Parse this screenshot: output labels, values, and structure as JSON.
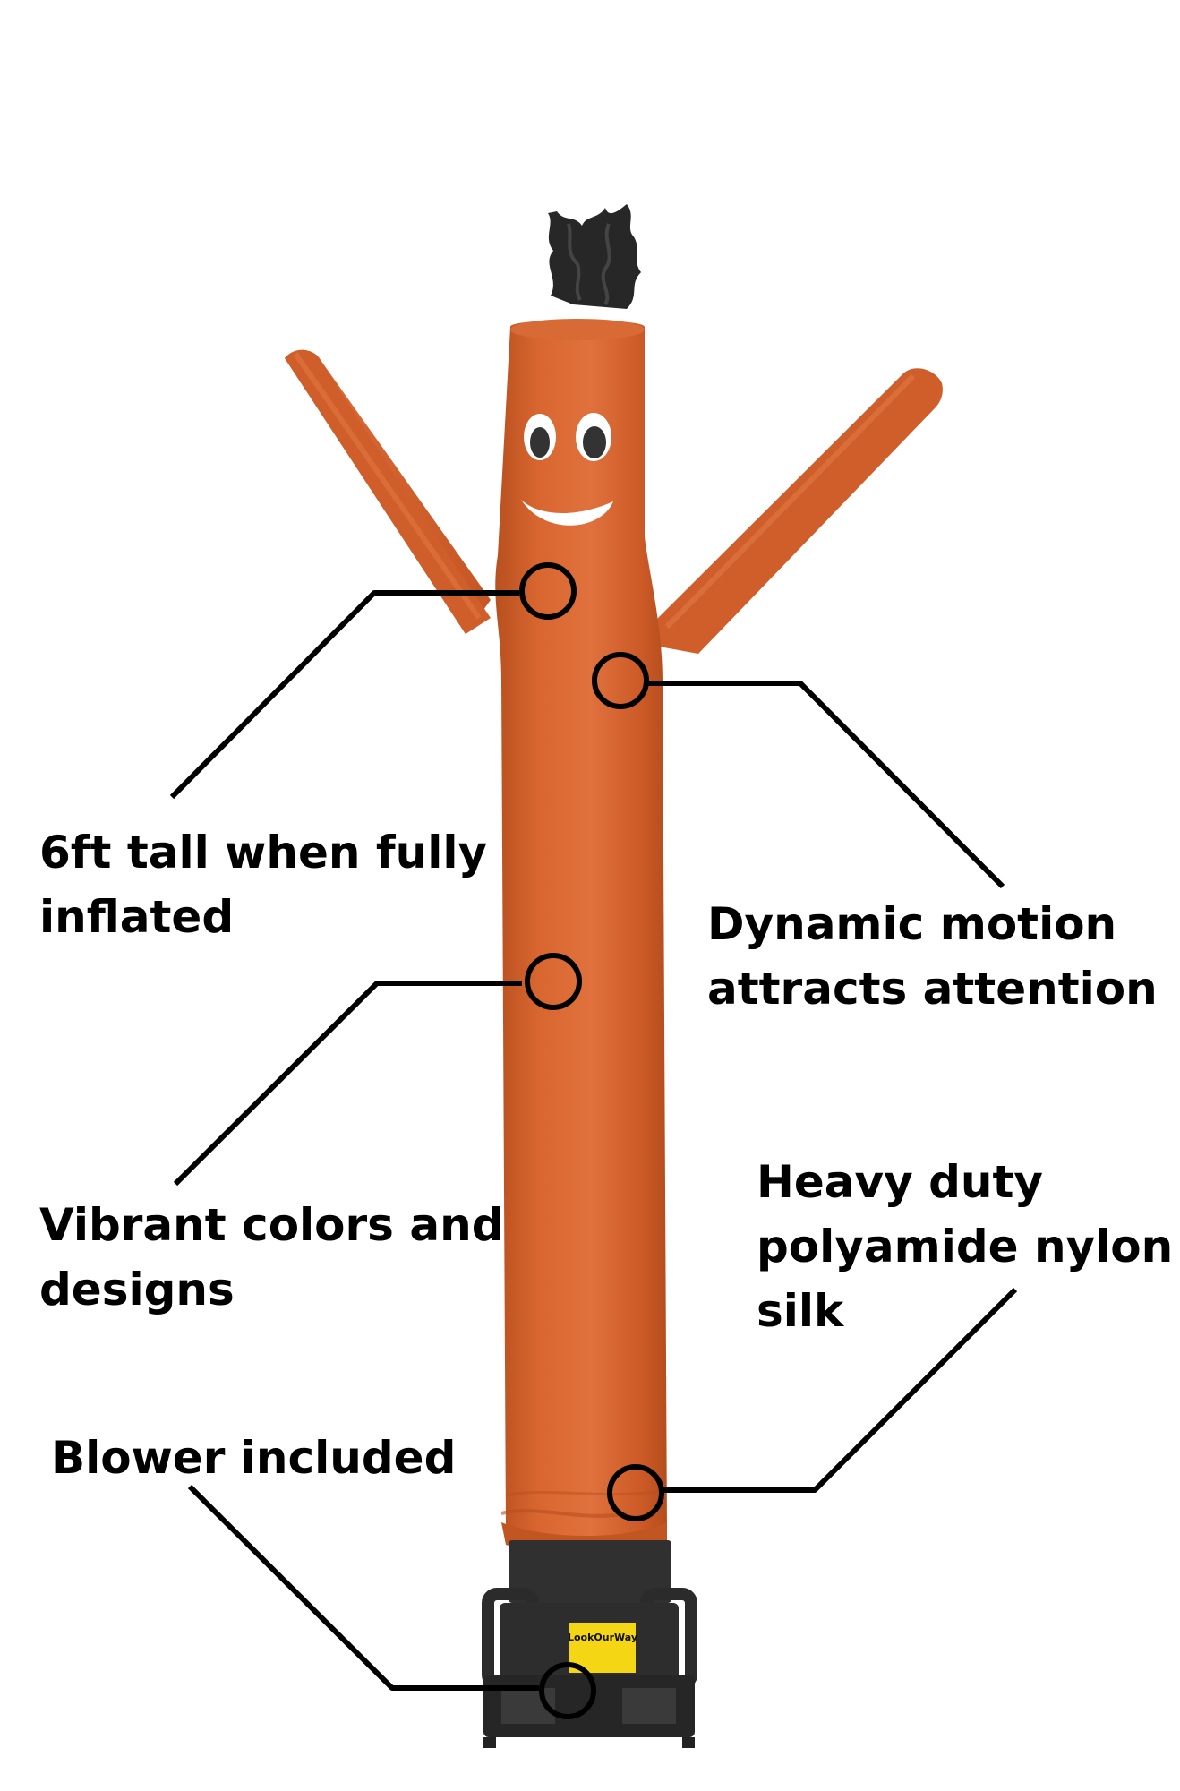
{
  "product_image": {
    "icon": "inflatable-tube-man",
    "colors": {
      "tube": "#d4622f",
      "tube_shadow": "#b84f22",
      "tube_highlight": "#e27848",
      "blower": "#2b2b2b",
      "flag": "#262626",
      "callout": "#000000"
    }
  },
  "callouts": {
    "height": {
      "line1": "6ft tall when fully",
      "line2": "inflated"
    },
    "motion": {
      "line1": "Dynamic motion",
      "line2": "attracts attention"
    },
    "colors": {
      "line1": "Vibrant colors and",
      "line2": "designs"
    },
    "nylon": {
      "line1": "Heavy duty",
      "line2": "polyamide nylon",
      "line3": "silk"
    },
    "blower": {
      "line1": "Blower included"
    }
  },
  "blower_label": {
    "brand": "LookOurWay"
  }
}
